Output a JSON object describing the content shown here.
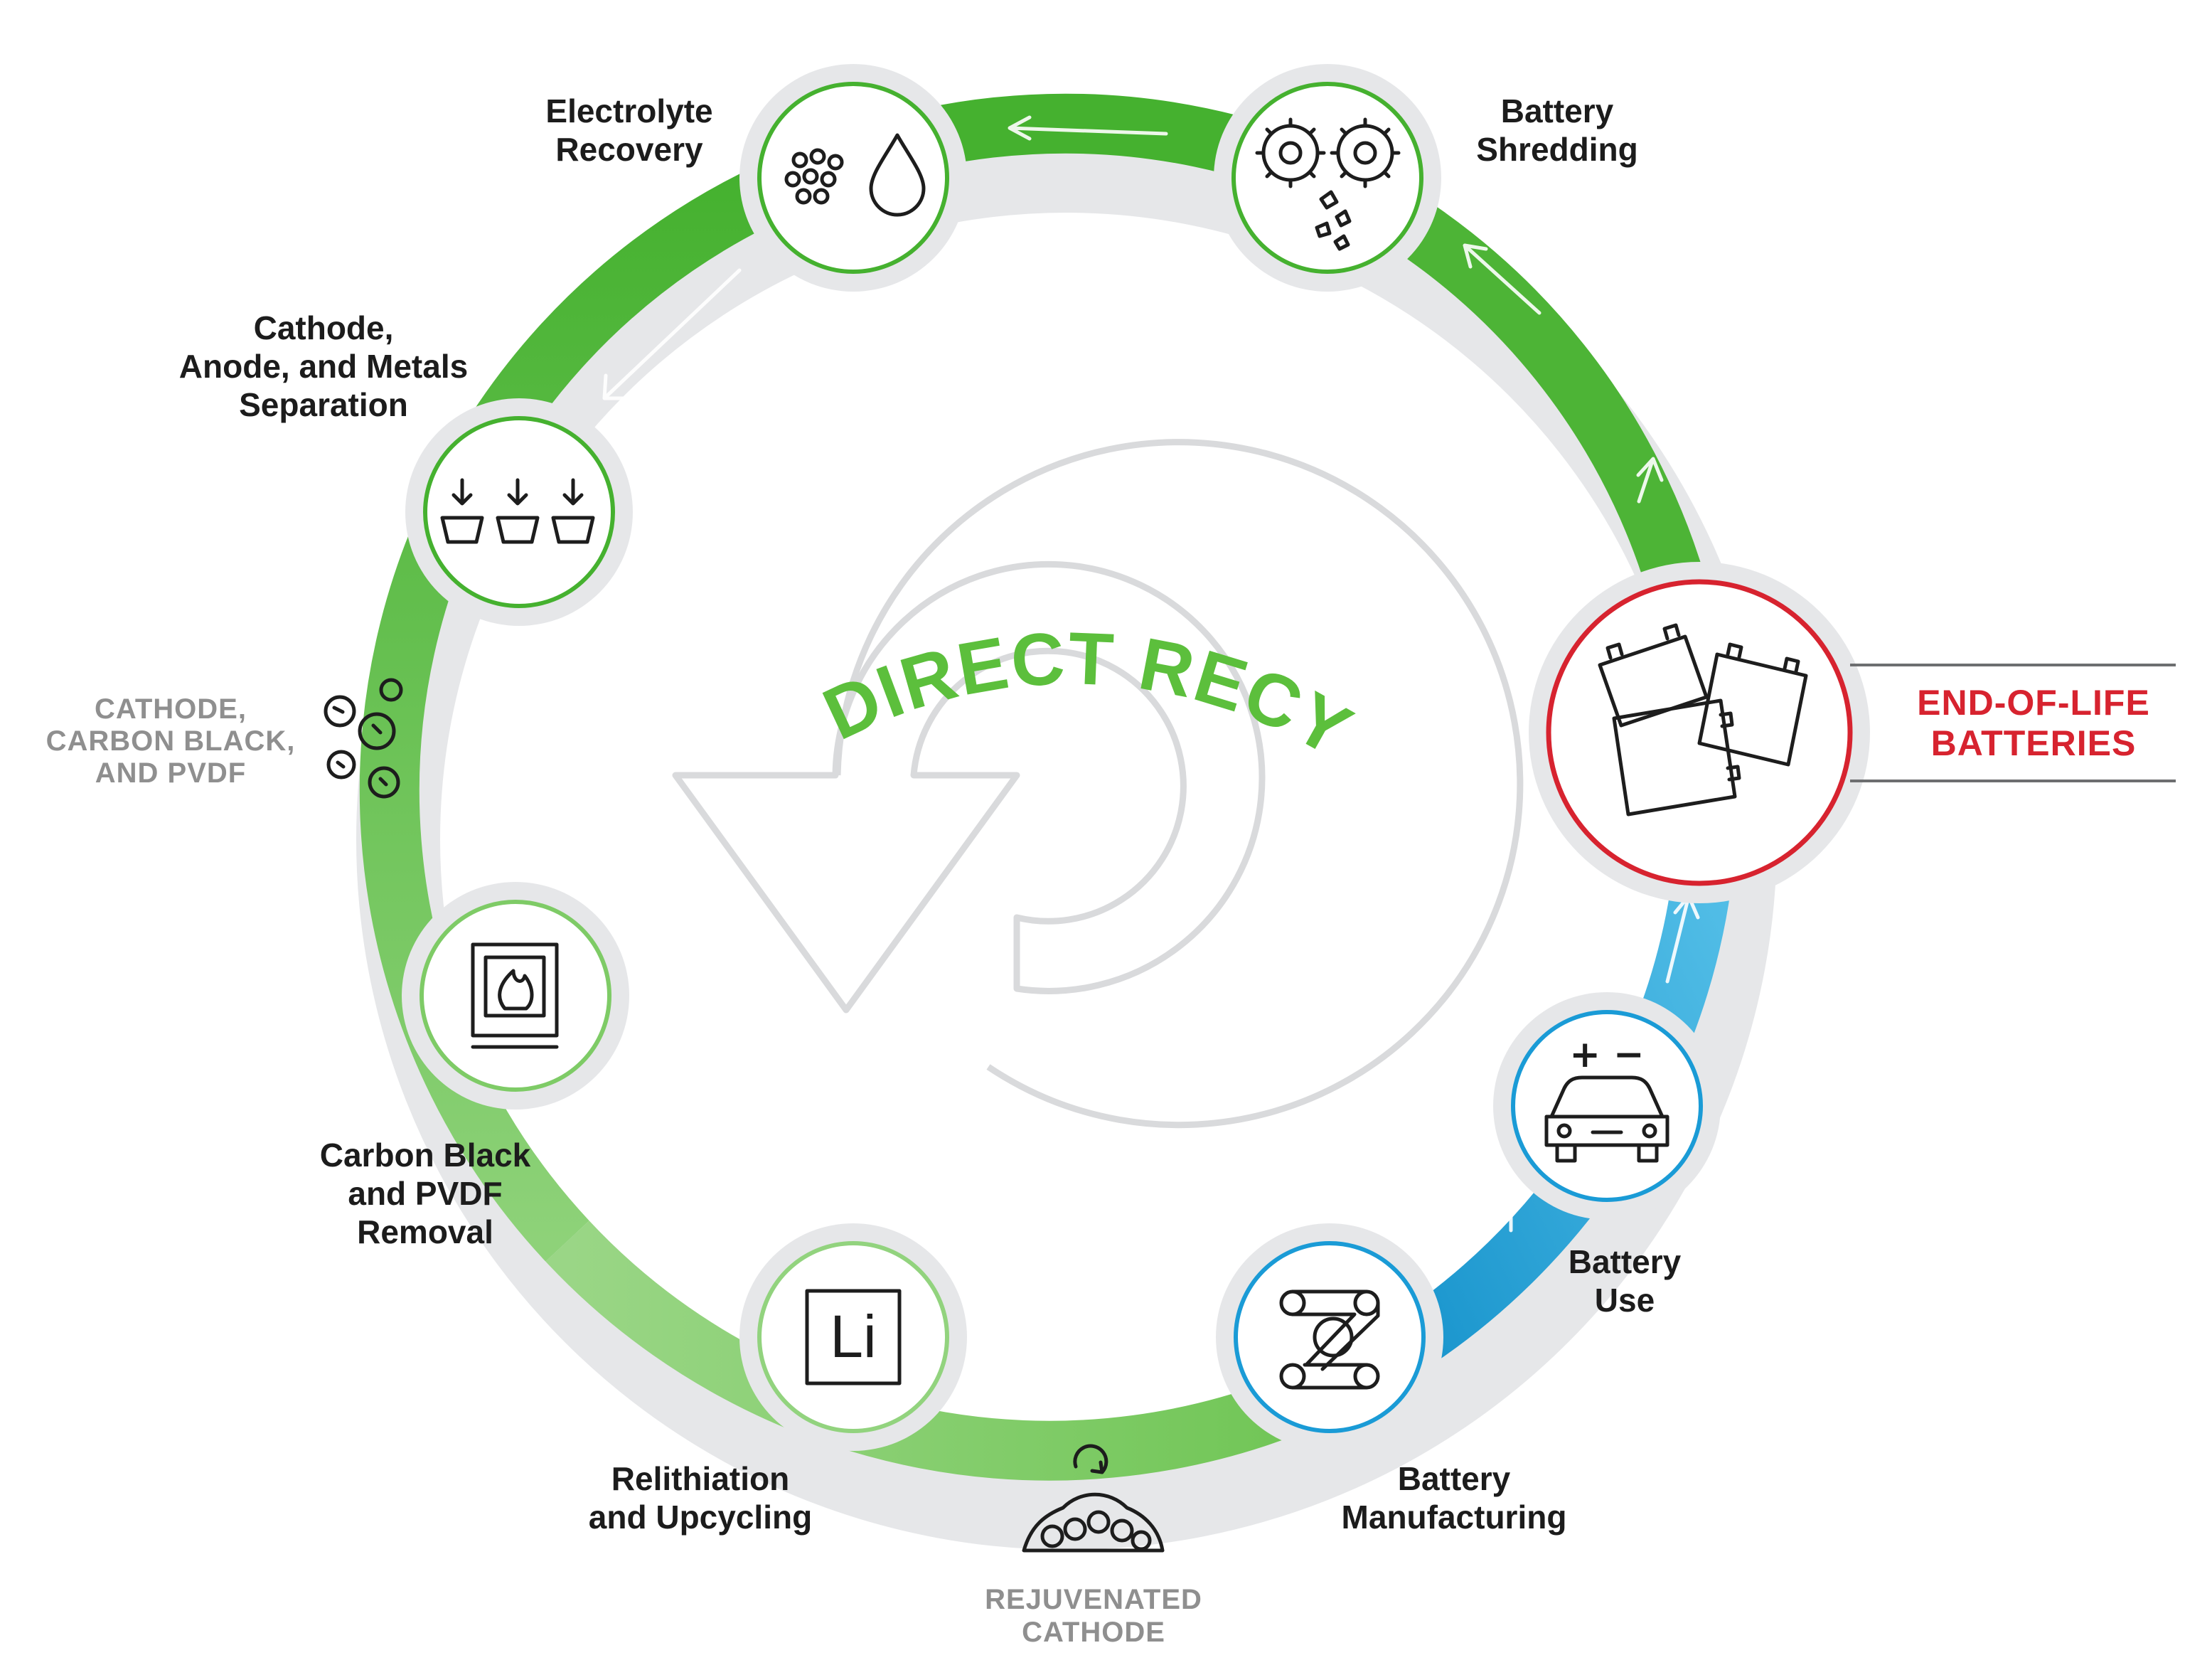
{
  "title": "DIRECT RECYCLING",
  "colors": {
    "green_dark": "#44b02f",
    "green_mid": "#62be44",
    "green_light": "#8fd27a",
    "blue_light": "#5ec4ea",
    "blue_dark": "#1494cc",
    "red": "#d7232f",
    "gray_ring": "#e4e5e7",
    "sub_text": "#8f8f8f"
  },
  "steps": {
    "shredding": {
      "line1": "Battery",
      "line2": "Shredding",
      "icon": "gears-icon"
    },
    "electrolyte": {
      "line1": "Electrolyte",
      "line2": "Recovery",
      "icon": "droplet-icon"
    },
    "separation": {
      "line1": "Cathode,",
      "line2": "Anode, and Metals",
      "line3": "Separation",
      "icon": "bins-icon"
    },
    "carbon": {
      "line1": "Carbon Black",
      "line2": "and PVDF",
      "line3": "Removal",
      "icon": "furnace-icon"
    },
    "relithiation": {
      "line1": "Relithiation",
      "line2": "and Upcycling",
      "icon": "lithium-icon",
      "symbol": "Li"
    },
    "manufacturing": {
      "line1": "Battery",
      "line2": "Manufacturing",
      "icon": "conveyor-icon"
    },
    "use": {
      "line1": "Battery",
      "line2": "Use",
      "icon": "electric-car-icon",
      "signs": "+ −"
    },
    "eol": {
      "line1": "END-OF-LIFE",
      "line2": "BATTERIES",
      "icon": "batteries-icon"
    }
  },
  "byproducts": {
    "cathode_carbon": {
      "line1": "CATHODE,",
      "line2": "CARBON BLACK,",
      "line3": "AND PVDF",
      "icon": "particles-icon"
    },
    "rejuvenated": {
      "line1": "REJUVENATED",
      "line2": "CATHODE",
      "icon": "powder-pile-icon"
    }
  }
}
